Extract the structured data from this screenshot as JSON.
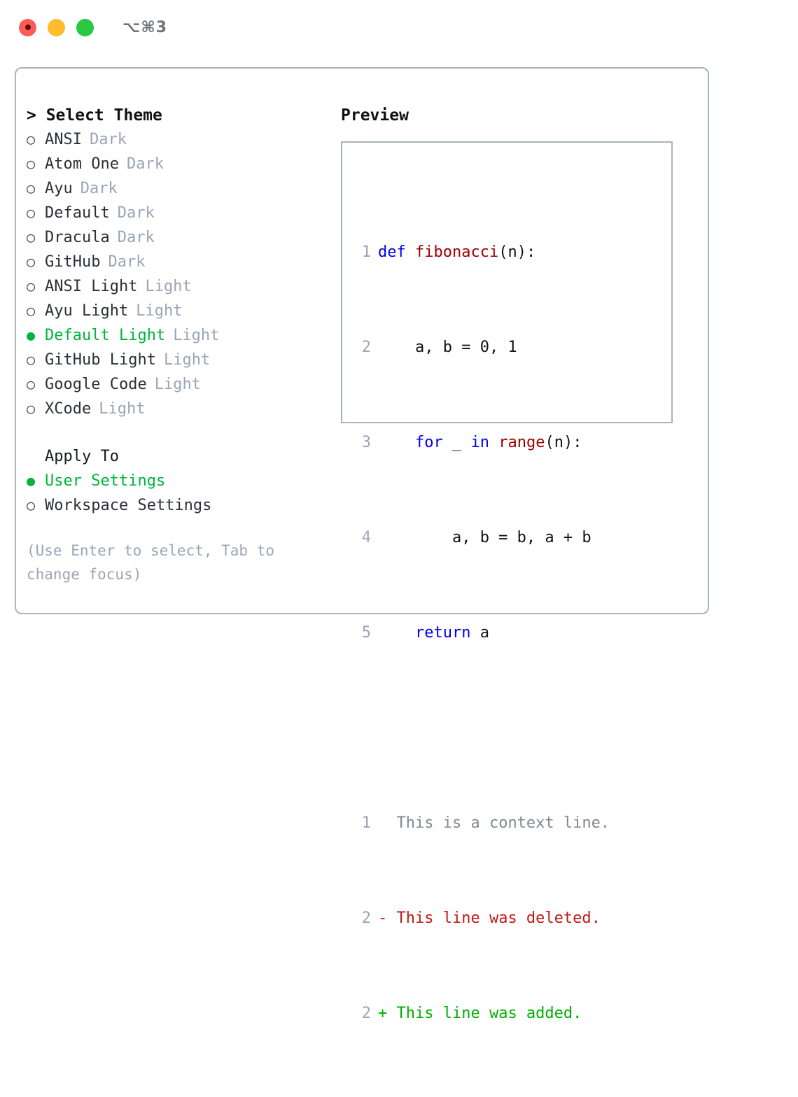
{
  "titlebar": {
    "lights": [
      {
        "name": "close-button",
        "color": "#fc5b57",
        "recording": true
      },
      {
        "name": "minimize-button",
        "color": "#ffbd2e",
        "recording": false
      },
      {
        "name": "maximize-button",
        "color": "#28c840",
        "recording": false
      }
    ],
    "shortcut": "⌥⌘3"
  },
  "theme_picker": {
    "header": "> Select Theme",
    "selected_bullet": "●",
    "unselected_bullet": "○",
    "items": [
      {
        "label": "ANSI",
        "kind": "Dark",
        "selected": false
      },
      {
        "label": "Atom One",
        "kind": "Dark",
        "selected": false
      },
      {
        "label": "Ayu",
        "kind": "Dark",
        "selected": false
      },
      {
        "label": "Default",
        "kind": "Dark",
        "selected": false
      },
      {
        "label": "Dracula",
        "kind": "Dark",
        "selected": false
      },
      {
        "label": "GitHub",
        "kind": "Dark",
        "selected": false
      },
      {
        "label": "ANSI Light",
        "kind": "Light",
        "selected": false
      },
      {
        "label": "Ayu Light",
        "kind": "Light",
        "selected": false
      },
      {
        "label": "Default Light",
        "kind": "Light",
        "selected": true
      },
      {
        "label": "GitHub Light",
        "kind": "Light",
        "selected": false
      },
      {
        "label": "Google Code",
        "kind": "Light",
        "selected": false
      },
      {
        "label": "XCode",
        "kind": "Light",
        "selected": false
      }
    ]
  },
  "apply_to": {
    "title": "Apply To",
    "items": [
      {
        "label": "User Settings",
        "selected": true
      },
      {
        "label": "Workspace Settings",
        "selected": false
      }
    ]
  },
  "hint": "(Use Enter to select, Tab to change focus)",
  "preview": {
    "title": "Preview",
    "code_lines": [
      {
        "no": "1",
        "segments": [
          {
            "text": "def ",
            "token": "keyword"
          },
          {
            "text": "fibonacci",
            "token": "function"
          },
          {
            "text": "(n):",
            "token": "plain"
          }
        ]
      },
      {
        "no": "2",
        "segments": [
          {
            "text": "    a, b = 0, 1",
            "token": "plain"
          }
        ]
      },
      {
        "no": "3",
        "segments": [
          {
            "text": "    ",
            "token": "plain"
          },
          {
            "text": "for",
            "token": "keyword"
          },
          {
            "text": " _ ",
            "token": "plain"
          },
          {
            "text": "in",
            "token": "keyword"
          },
          {
            "text": " ",
            "token": "plain"
          },
          {
            "text": "range",
            "token": "function"
          },
          {
            "text": "(n):",
            "token": "plain"
          }
        ]
      },
      {
        "no": "4",
        "segments": [
          {
            "text": "        a, b = b, a + b",
            "token": "plain"
          }
        ]
      },
      {
        "no": "5",
        "segments": [
          {
            "text": "    ",
            "token": "plain"
          },
          {
            "text": "return",
            "token": "keyword"
          },
          {
            "text": " a",
            "token": "plain"
          }
        ]
      }
    ],
    "diff_lines": [
      {
        "no": "1",
        "marker": "  ",
        "text": "This is a context line.",
        "token": "context"
      },
      {
        "no": "2",
        "marker": "- ",
        "text": "This line was deleted.",
        "token": "deleted"
      },
      {
        "no": "2",
        "marker": "+ ",
        "text": "This line was added.",
        "token": "added"
      }
    ]
  },
  "colors": {
    "accent_green": "#00b33c",
    "muted": "#9aa5b5",
    "keyword": "#0000ee",
    "function": "#a00000",
    "deleted": "#c41818",
    "added": "#00b000",
    "border": "#a8b2c0"
  }
}
